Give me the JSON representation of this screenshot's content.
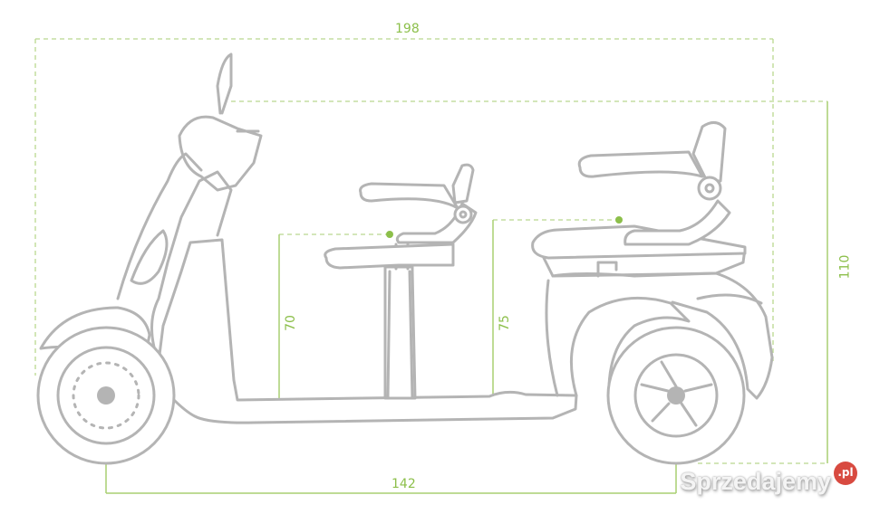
{
  "dimensions": {
    "total_length": "198",
    "total_height": "110",
    "front_seat_height": "70",
    "rear_seat_height": "75",
    "wheelbase": "142"
  },
  "watermark": {
    "text": "Sprzedajemy",
    "badge": ".pl"
  },
  "colors": {
    "dimension": "#8cbf4a",
    "outline": "#b4b4b4",
    "badge": "#d84a40"
  }
}
